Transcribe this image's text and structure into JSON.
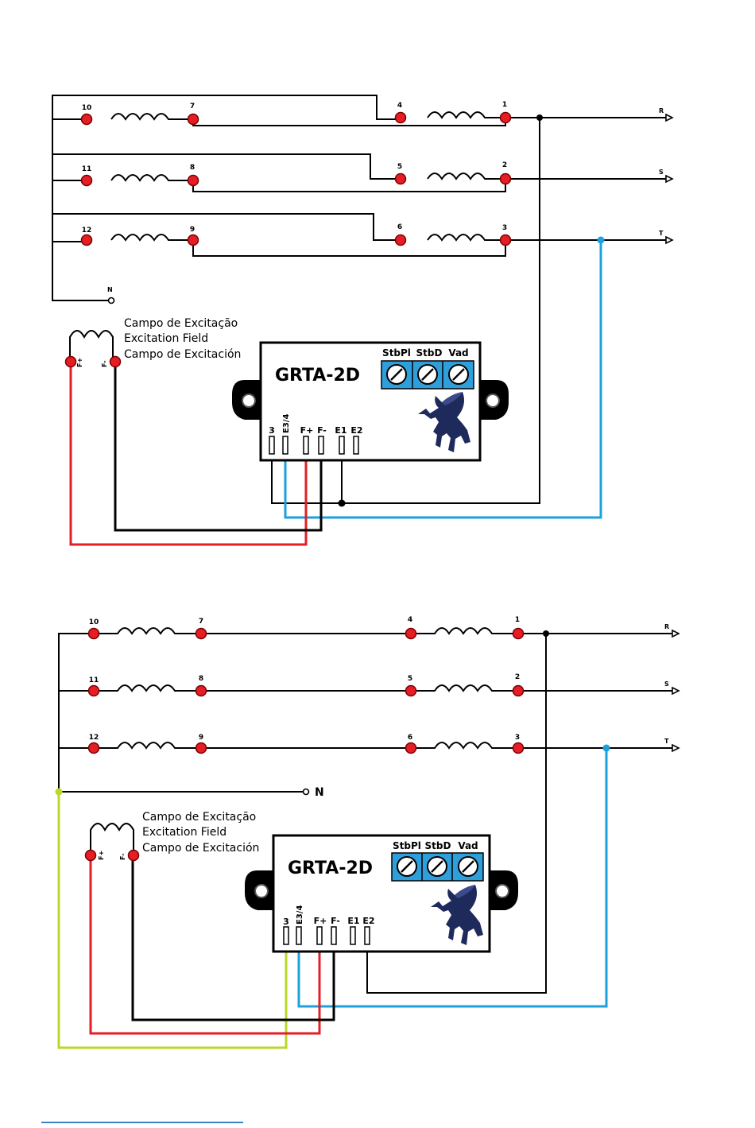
{
  "colors": {
    "wire": "#000000",
    "terminal": "#e51e25",
    "terminal_stroke": "#7a0000",
    "excitation_positive": "#e31e24",
    "phase_t_sense": "#1ba1dc",
    "neutral_sense": "#b8d928",
    "trimmer_panel": "#2f9fdc",
    "footer_rule": "#3b82c4"
  },
  "diagrams": [
    {
      "phases": [
        {
          "label": "R",
          "terminals": [
            "10",
            "7",
            "4",
            "1"
          ]
        },
        {
          "label": "S",
          "terminals": [
            "11",
            "8",
            "5",
            "2"
          ]
        },
        {
          "label": "T",
          "terminals": [
            "12",
            "9",
            "6",
            "3"
          ]
        }
      ],
      "neutral_label": "N",
      "field": {
        "label_pt": "Campo de Excitação",
        "label_en": "Excitation Field",
        "label_es": "Campo de Excitación",
        "pos_label": "F+",
        "neg_label": "F-"
      },
      "regulator": {
        "model": "GRTA-2D",
        "trimmers": [
          "StbPl",
          "StbD",
          "Vad"
        ],
        "terminals": [
          "3",
          "E3/4",
          "F+",
          "F-",
          "E1",
          "E2"
        ],
        "logo": "pegasus-logo"
      }
    },
    {
      "phases": [
        {
          "label": "R",
          "terminals": [
            "10",
            "7",
            "4",
            "1"
          ]
        },
        {
          "label": "S",
          "terminals": [
            "11",
            "8",
            "5",
            "2"
          ]
        },
        {
          "label": "T",
          "terminals": [
            "12",
            "9",
            "6",
            "3"
          ]
        }
      ],
      "neutral_label": "N",
      "field": {
        "label_pt": "Campo de Excitação",
        "label_en": "Excitation Field",
        "label_es": "Campo de Excitación",
        "pos_label": "F+",
        "neg_label": "F-"
      },
      "regulator": {
        "model": "GRTA-2D",
        "trimmers": [
          "StbPl",
          "StbD",
          "Vad"
        ],
        "terminals": [
          "3",
          "E3/4",
          "F+",
          "F-",
          "E1",
          "E2"
        ],
        "logo": "pegasus-logo"
      }
    }
  ]
}
